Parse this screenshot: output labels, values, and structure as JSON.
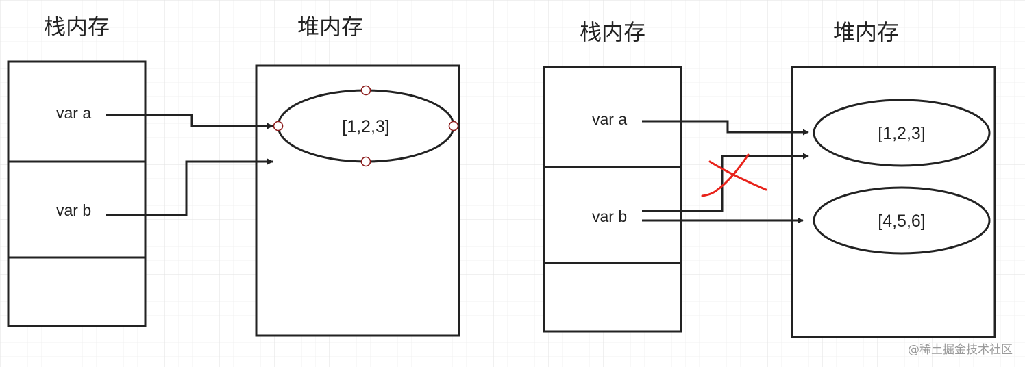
{
  "diagram": {
    "left": {
      "stack_title": "栈内存",
      "heap_title": "堆内存",
      "var_a": "var a",
      "var_b": "var b",
      "array": "[1,2,3]"
    },
    "right": {
      "stack_title": "栈内存",
      "heap_title": "堆内存",
      "var_a": "var a",
      "var_b": "var b",
      "array_1": "[1,2,3]",
      "array_2": "[4,5,6]"
    }
  },
  "watermark": "@稀土掘金技术社区",
  "colors": {
    "stroke": "#222222",
    "cross": "#e8231b",
    "watermark": "#9a9a9a"
  }
}
